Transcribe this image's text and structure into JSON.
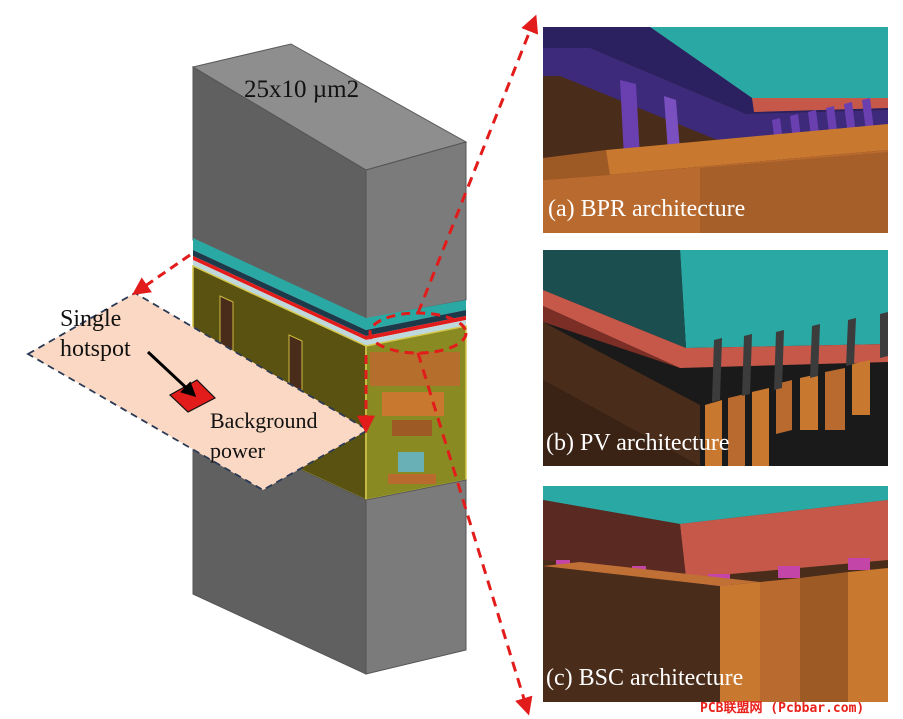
{
  "main": {
    "area_label": "25x10 µm2",
    "hotspot_label_line1": "Single",
    "hotspot_label_line2": "hotspot",
    "background_label_line1": "Background",
    "background_label_line2": "power"
  },
  "panels": [
    {
      "label": "(a) BPR architecture"
    },
    {
      "label": "(b) PV architecture"
    },
    {
      "label": "(c) BSC architecture"
    }
  ],
  "watermark": "PCB联盟网 (Pcbbar.com)",
  "colors": {
    "chip_gray": "#7a7a7a",
    "teal": "#2aa9a4",
    "salmon": "#c6584a",
    "copper": "#b96a2e",
    "dark_brown": "#4a2c1a",
    "purple": "#6a3fb0",
    "olive": "#5a5210",
    "accent_red": "#e21b1b",
    "plane_fill": "#fbd8c3"
  }
}
